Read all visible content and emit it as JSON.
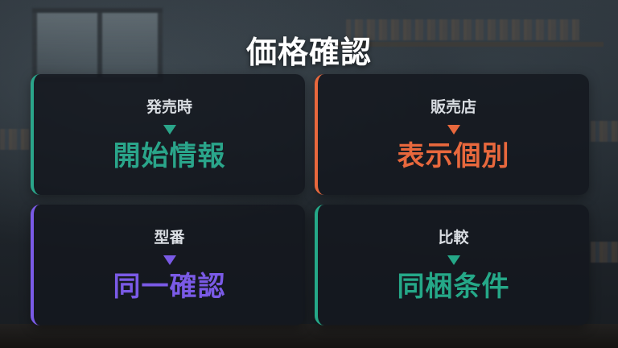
{
  "title": "価格確認",
  "cards": [
    {
      "label": "発売時",
      "value": "開始情報",
      "accent": "#2aa58a"
    },
    {
      "label": "販売店",
      "value": "表示個別",
      "accent": "#e8683d"
    },
    {
      "label": "型番",
      "value": "同一確認",
      "accent": "#7a5ae6"
    },
    {
      "label": "比較",
      "value": "同梱条件",
      "accent": "#25a888"
    }
  ],
  "icons": {
    "arrow": "triangle-down-icon"
  }
}
